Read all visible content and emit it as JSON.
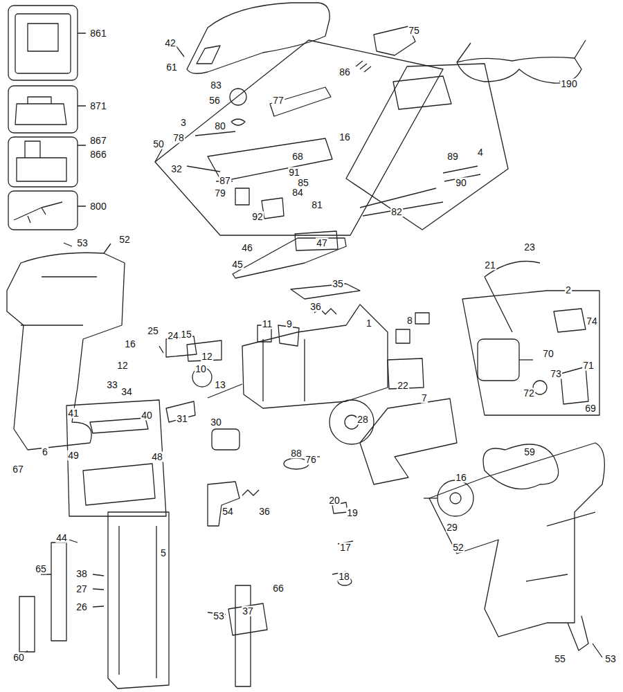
{
  "diagram": {
    "labels": [
      "861",
      "871",
      "867",
      "866",
      "800",
      "42",
      "61",
      "75",
      "86",
      "190",
      "83",
      "56",
      "77",
      "3",
      "80",
      "78",
      "16",
      "50",
      "68",
      "4",
      "89",
      "32",
      "87",
      "91",
      "85",
      "90",
      "84",
      "79",
      "81",
      "82",
      "92",
      "53",
      "52",
      "46",
      "45",
      "47",
      "23",
      "21",
      "35",
      "2",
      "36",
      "74",
      "8",
      "11",
      "9",
      "1",
      "25",
      "24",
      "15",
      "16",
      "12",
      "12",
      "10",
      "70",
      "71",
      "73",
      "13",
      "22",
      "33",
      "34",
      "7",
      "72",
      "69",
      "41",
      "40",
      "31",
      "30",
      "28",
      "6",
      "49",
      "48",
      "88",
      "76",
      "20",
      "19",
      "59",
      "16",
      "29",
      "54",
      "36",
      "44",
      "17",
      "18",
      "52",
      "38",
      "27",
      "26",
      "5",
      "65",
      "53",
      "37",
      "66",
      "60",
      "55",
      "53",
      "67"
    ]
  }
}
